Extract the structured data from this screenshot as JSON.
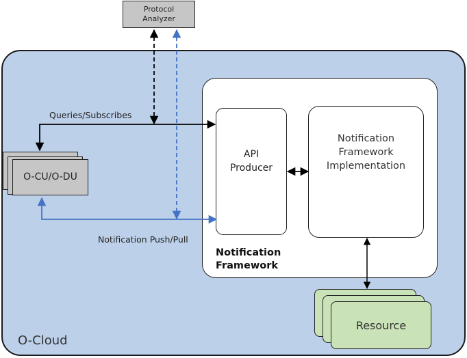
{
  "nodes": {
    "ocloud": "O-Cloud",
    "framework": "Notification Framework",
    "api_producer": "API Producer",
    "implementation": "Notification Framework Implementation",
    "ocu_du": "O-CU/O-DU",
    "resource": "Resource",
    "protocol_analyzer": "Protocol Analyzer"
  },
  "edges": {
    "queries": "Queries/Subscribes",
    "push_pull": "Notification Push/Pull"
  },
  "colors": {
    "cloud_fill": "#bdd0e9",
    "black_line": "#000000",
    "blue_line": "#4472c4",
    "resource_fill": "#c9e2b7",
    "gray_fill": "#c6c6c6"
  }
}
